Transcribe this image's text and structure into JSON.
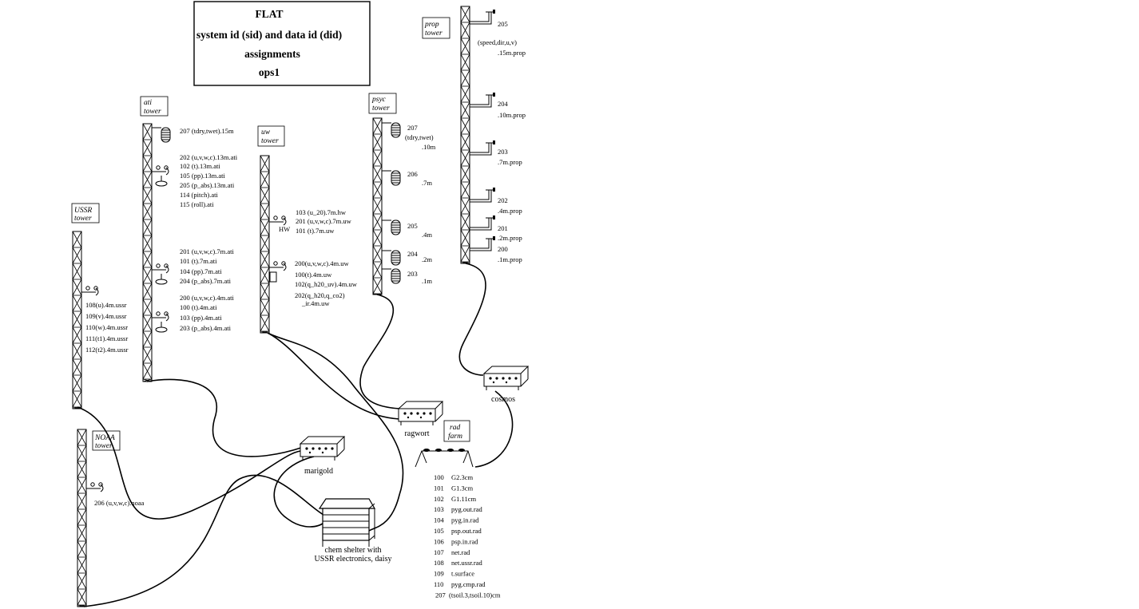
{
  "title": {
    "lines": [
      "FLAT",
      "system id (sid) and data id (did)",
      "assignments",
      "ops1"
    ]
  },
  "towers": {
    "ussr": {
      "name_lines": [
        "USSR",
        "tower"
      ],
      "labels": [
        "108(u).4m.ussr",
        "109(v).4m.ussr",
        "110(w).4m.ussr",
        "111(t1).4m.ussr",
        "112(t2).4m.ussr"
      ]
    },
    "noaa": {
      "name_lines": [
        "NOAA",
        "tower"
      ],
      "labels": [
        "206 (u,v,w,c).noaa"
      ]
    },
    "ati": {
      "name_lines": [
        "ati",
        "tower"
      ],
      "group_15m": [
        "207 (tdry,twet).15m"
      ],
      "group_13m": [
        "202 (u,v,w,c).13m.ati",
        "102 (t).13m.ati",
        "105 (pp).13m.ati",
        "205 (p_abs).13m.ati",
        "114 (pitch).ati",
        "115 (roll).ati"
      ],
      "group_7m": [
        "201 (u,v,w,c).7m.ati",
        "101 (t).7m.ati",
        "104 (pp).7m.ati",
        "204 (p_abs).7m.ati"
      ],
      "group_4m": [
        "200 (u,v,w,c).4m.ati",
        "100 (t).4m.ati",
        "103 (pp).4m.ati",
        "203 (p_abs).4m.ati"
      ]
    },
    "uw": {
      "name_lines": [
        "uw",
        "tower"
      ],
      "hw_tag": "HW",
      "group_7m": [
        "103 (u_20).7m.hw",
        "201 (u,v,w,c).7m.uw",
        "101 (t).7m.uw"
      ],
      "group_4m": [
        "200(u,v,w,c).4m.uw",
        "100(t).4m.uw",
        "102(q_h20_uv).4m.uw",
        "202(q_h20,q_co2)",
        "_ir.4m.uw"
      ]
    },
    "psyc": {
      "name_lines": [
        "psyc",
        "tower"
      ],
      "levels": [
        {
          "lines": [
            "207",
            "(tdry,twet)",
            ".10m"
          ]
        },
        {
          "lines": [
            "206",
            ".7m"
          ]
        },
        {
          "lines": [
            "205",
            ".4m"
          ]
        },
        {
          "lines": [
            "204",
            ".2m"
          ]
        },
        {
          "lines": [
            "203",
            ".1m"
          ]
        }
      ]
    },
    "prop": {
      "name_lines": [
        "prop",
        "tower"
      ],
      "levels": [
        {
          "lines": [
            "205",
            "(speed,dir,u,v)",
            ".15m.prop"
          ]
        },
        {
          "lines": [
            "204",
            ".10m.prop"
          ]
        },
        {
          "lines": [
            "203",
            ".7m.prop"
          ]
        },
        {
          "lines": [
            "202",
            ".4m.prop"
          ]
        },
        {
          "lines": [
            "201",
            ".2m.prop"
          ]
        },
        {
          "lines": [
            "200",
            ".1m.prop"
          ]
        }
      ]
    }
  },
  "stations": {
    "marigold": "marigold",
    "ragwort": "ragwort",
    "cosmos": "cosmos",
    "chem_shelter": [
      "chem shelter with",
      "USSR electronics, daisy"
    ]
  },
  "rad_farm": {
    "name_lines": [
      "rad",
      "farm"
    ],
    "rows": [
      {
        "id": "100",
        "name": "G2.3cm"
      },
      {
        "id": "101",
        "name": "G1.3cm"
      },
      {
        "id": "102",
        "name": "G1.11cm"
      },
      {
        "id": "103",
        "name": "pyg.out.rad"
      },
      {
        "id": "104",
        "name": "pyg.in.rad"
      },
      {
        "id": "105",
        "name": "psp.out.rad"
      },
      {
        "id": "106",
        "name": "psp.in.rad"
      },
      {
        "id": "107",
        "name": "net.rad"
      },
      {
        "id": "108",
        "name": "net.ussr.rad"
      },
      {
        "id": "109",
        "name": "t.surface"
      },
      {
        "id": "110",
        "name": "pyg.cmp.rad"
      },
      {
        "id": "207",
        "name": "(tsoil.3,tsoil.10)cm"
      }
    ]
  }
}
